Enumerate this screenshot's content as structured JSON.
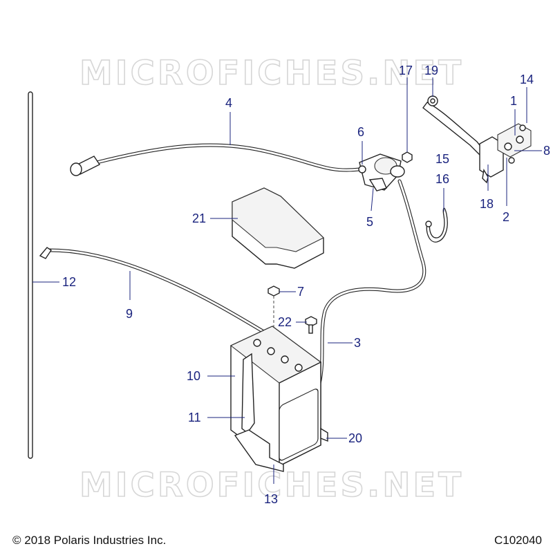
{
  "watermark": "MICROFICHES.NET",
  "footer": {
    "copyright": "© 2018 Polaris Industries Inc.",
    "figure_id": "C102040"
  },
  "callouts": {
    "c1": "1",
    "c2": "2",
    "c3": "3",
    "c4": "4",
    "c5": "5",
    "c6": "6",
    "c7": "7",
    "c8": "8",
    "c9": "9",
    "c10": "10",
    "c11": "11",
    "c12": "12",
    "c13": "13",
    "c14": "14",
    "c15": "15",
    "c16": "16",
    "c17": "17",
    "c18": "18",
    "c19": "19",
    "c20": "20",
    "c21": "21",
    "c22": "22"
  },
  "colors": {
    "callout": "#1a237e",
    "watermark": "#d6d6d6"
  }
}
